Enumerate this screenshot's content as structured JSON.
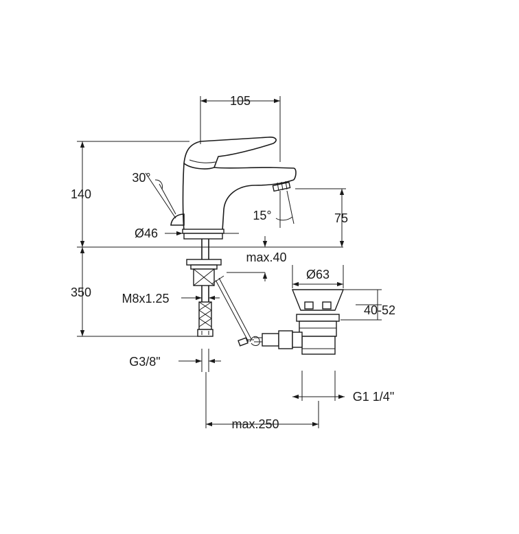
{
  "dimensions": {
    "spout_reach": "105",
    "faucet_height": "140",
    "lever_angle": "30°",
    "base_diameter": "Ø46",
    "spout_angle": "15°",
    "spout_height": "75",
    "deck_thickness": "max.40",
    "drain_diameter": "Ø63",
    "drain_adjust": "40-52",
    "below_deck": "350",
    "stud_thread": "M8x1.25",
    "hose_thread": "G3/8\"",
    "drain_thread": "G1 1/4\"",
    "center_distance": "max.250"
  }
}
